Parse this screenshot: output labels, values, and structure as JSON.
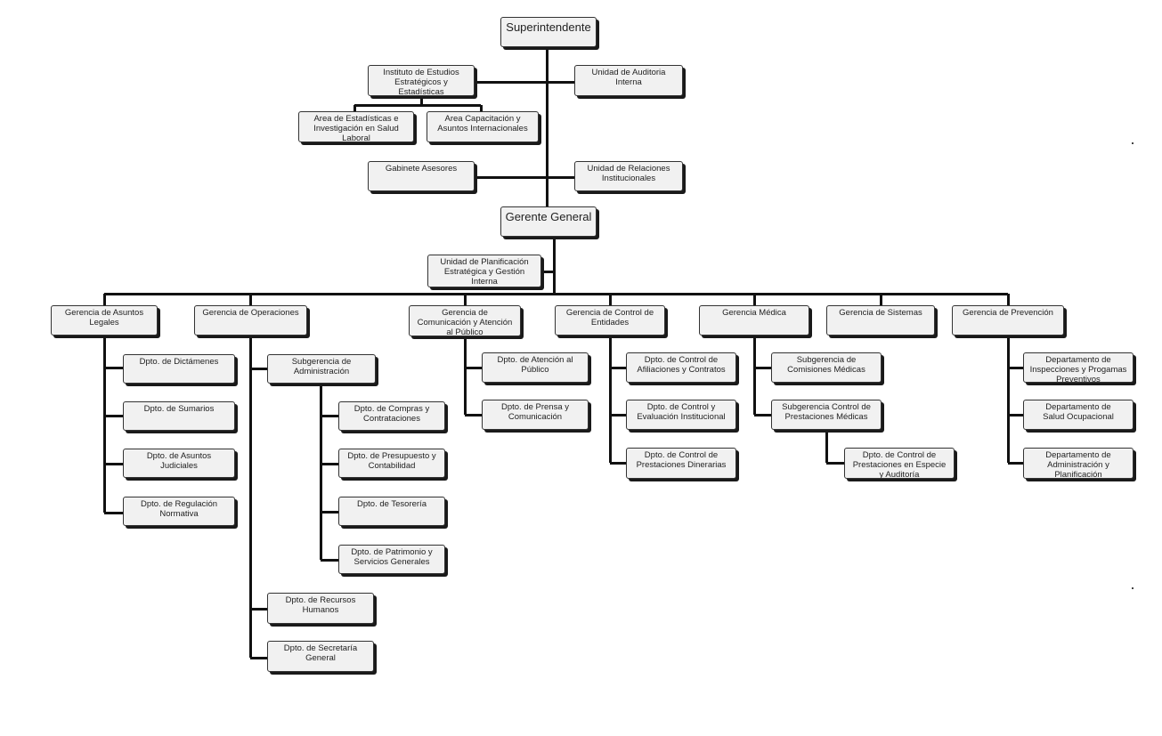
{
  "nodes": [
    {
      "id": "superintendente",
      "label": "Superintendente",
      "large": true
    },
    {
      "id": "instituto-estudios",
      "label": "Instituto de Estudios\nEstratégicos y\nEstadísticas"
    },
    {
      "id": "auditoria-interna",
      "label": "Unidad de Auditoria\nInterna"
    },
    {
      "id": "area-estadisticas",
      "label": "Area de Estadísticas e\nInvestigación en Salud\nLaboral"
    },
    {
      "id": "area-capacitacion",
      "label": "Area Capacitación y\nAsuntos Internacionales"
    },
    {
      "id": "gabinete-asesores",
      "label": "Gabinete Asesores"
    },
    {
      "id": "relaciones-institucionales",
      "label": "Unidad de Relaciones\nInstitucionales"
    },
    {
      "id": "gerente-general",
      "label": "Gerente General",
      "large": true
    },
    {
      "id": "planificacion-estrategica",
      "label": "Unidad de Planificación\nEstratégica y Gestión\nInterna"
    },
    {
      "id": "gerencia-asuntos-legales",
      "label": "Gerencia de Asuntos\nLegales"
    },
    {
      "id": "gerencia-operaciones",
      "label": "Gerencia de Operaciones"
    },
    {
      "id": "gerencia-comunicacion",
      "label": "Gerencia de\nComunicación y Atención\nal Público"
    },
    {
      "id": "gerencia-control-entidades",
      "label": "Gerencia  de Control de\nEntidades"
    },
    {
      "id": "gerencia-medica",
      "label": "Gerencia Médica"
    },
    {
      "id": "gerencia-sistemas",
      "label": "Gerencia de Sistemas"
    },
    {
      "id": "gerencia-prevencion",
      "label": "Gerencia de Prevención"
    },
    {
      "id": "dpto-dictamenes",
      "label": "Dpto. de Dictámenes"
    },
    {
      "id": "dpto-sumarios",
      "label": "Dpto. de Sumarios"
    },
    {
      "id": "dpto-asuntos-judiciales",
      "label": "Dpto. de Asuntos\nJudiciales"
    },
    {
      "id": "dpto-regulacion-normativa",
      "label": "Dpto. de Regulación\nNormativa"
    },
    {
      "id": "subgerencia-administracion",
      "label": "Subgerencia de\nAdministración"
    },
    {
      "id": "dpto-compras",
      "label": "Dpto. de Compras y\nContrataciones"
    },
    {
      "id": "dpto-presupuesto",
      "label": "Dpto. de Presupuesto y\nContabilidad"
    },
    {
      "id": "dpto-tesoreria",
      "label": "Dpto. de Tesorería"
    },
    {
      "id": "dpto-patrimonio",
      "label": "Dpto. de Patrimonio y\nServicios Generales"
    },
    {
      "id": "dpto-recursos-humanos",
      "label": "Dpto. de Recursos\nHumanos"
    },
    {
      "id": "dpto-secretaria-general",
      "label": "Dpto. de Secretaría\nGeneral"
    },
    {
      "id": "dpto-atencion-publico",
      "label": "Dpto. de Atención al\nPúblico"
    },
    {
      "id": "dpto-prensa",
      "label": "Dpto. de Prensa y\nComunicación"
    },
    {
      "id": "dpto-afiliaciones",
      "label": "Dpto. de Control de\nAfiliaciones y Contratos"
    },
    {
      "id": "dpto-evaluacion-institucional",
      "label": "Dpto. de Control y\nEvaluación Institucional"
    },
    {
      "id": "dpto-prestaciones-dinerarias",
      "label": "Dpto. de Control de\nPrestaciones Dinerarias"
    },
    {
      "id": "subgerencia-comisiones-medicas",
      "label": "Subgerencia  de\nComisiones Médicas"
    },
    {
      "id": "subgerencia-prestaciones-medicas",
      "label": "Subgerencia Control de\nPrestaciones Médicas"
    },
    {
      "id": "dpto-prestaciones-especie",
      "label": "Dpto. de Control de\nPrestaciones en Especie\ny Auditoría"
    },
    {
      "id": "depto-inspecciones",
      "label": "Departamento de\nInspecciones y Progamas\nPreventivos"
    },
    {
      "id": "depto-salud-ocupacional",
      "label": "Departamento de\nSalud Ocupacional"
    },
    {
      "id": "depto-administracion-planificacion",
      "label": "Departamento de\nAdministración y\nPlanificación"
    }
  ],
  "edges": [
    [
      "superintendente",
      "instituto-estudios"
    ],
    [
      "superintendente",
      "auditoria-interna"
    ],
    [
      "instituto-estudios",
      "area-estadisticas"
    ],
    [
      "instituto-estudios",
      "area-capacitacion"
    ],
    [
      "superintendente",
      "gabinete-asesores"
    ],
    [
      "superintendente",
      "relaciones-institucionales"
    ],
    [
      "superintendente",
      "gerente-general"
    ],
    [
      "gerente-general",
      "planificacion-estrategica"
    ],
    [
      "gerente-general",
      "gerencia-asuntos-legales"
    ],
    [
      "gerente-general",
      "gerencia-operaciones"
    ],
    [
      "gerente-general",
      "gerencia-comunicacion"
    ],
    [
      "gerente-general",
      "gerencia-control-entidades"
    ],
    [
      "gerente-general",
      "gerencia-medica"
    ],
    [
      "gerente-general",
      "gerencia-sistemas"
    ],
    [
      "gerente-general",
      "gerencia-prevencion"
    ],
    [
      "gerencia-asuntos-legales",
      "dpto-dictamenes"
    ],
    [
      "gerencia-asuntos-legales",
      "dpto-sumarios"
    ],
    [
      "gerencia-asuntos-legales",
      "dpto-asuntos-judiciales"
    ],
    [
      "gerencia-asuntos-legales",
      "dpto-regulacion-normativa"
    ],
    [
      "gerencia-operaciones",
      "subgerencia-administracion"
    ],
    [
      "subgerencia-administracion",
      "dpto-compras"
    ],
    [
      "subgerencia-administracion",
      "dpto-presupuesto"
    ],
    [
      "subgerencia-administracion",
      "dpto-tesoreria"
    ],
    [
      "subgerencia-administracion",
      "dpto-patrimonio"
    ],
    [
      "gerencia-operaciones",
      "dpto-recursos-humanos"
    ],
    [
      "gerencia-operaciones",
      "dpto-secretaria-general"
    ],
    [
      "gerencia-comunicacion",
      "dpto-atencion-publico"
    ],
    [
      "gerencia-comunicacion",
      "dpto-prensa"
    ],
    [
      "gerencia-control-entidades",
      "dpto-afiliaciones"
    ],
    [
      "gerencia-control-entidades",
      "dpto-evaluacion-institucional"
    ],
    [
      "gerencia-control-entidades",
      "dpto-prestaciones-dinerarias"
    ],
    [
      "gerencia-medica",
      "subgerencia-comisiones-medicas"
    ],
    [
      "gerencia-medica",
      "subgerencia-prestaciones-medicas"
    ],
    [
      "subgerencia-prestaciones-medicas",
      "dpto-prestaciones-especie"
    ],
    [
      "gerencia-prevencion",
      "depto-inspecciones"
    ],
    [
      "gerencia-prevencion",
      "depto-salud-ocupacional"
    ],
    [
      "gerencia-prevencion",
      "depto-administracion-planificacion"
    ]
  ],
  "colors": {
    "box_fill": "#f1f1f1",
    "box_border": "#333333",
    "shadow": "#1a1a1a",
    "line": "#111111",
    "text": "#222222"
  }
}
